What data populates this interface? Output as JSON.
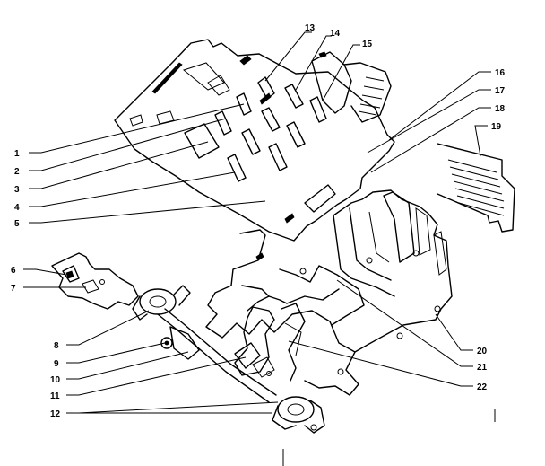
{
  "callouts": [
    {
      "id": "1",
      "label": "1"
    },
    {
      "id": "2",
      "label": "2"
    },
    {
      "id": "3",
      "label": "3"
    },
    {
      "id": "4",
      "label": "4"
    },
    {
      "id": "5",
      "label": "5"
    },
    {
      "id": "6",
      "label": "6"
    },
    {
      "id": "7",
      "label": "7"
    },
    {
      "id": "8",
      "label": "8"
    },
    {
      "id": "9",
      "label": "9"
    },
    {
      "id": "10",
      "label": "10"
    },
    {
      "id": "11",
      "label": "11"
    },
    {
      "id": "12",
      "label": "12"
    },
    {
      "id": "13",
      "label": "13"
    },
    {
      "id": "14",
      "label": "14"
    },
    {
      "id": "15",
      "label": "15"
    },
    {
      "id": "16",
      "label": "16"
    },
    {
      "id": "17",
      "label": "17"
    },
    {
      "id": "18",
      "label": "18"
    },
    {
      "id": "19",
      "label": "19"
    },
    {
      "id": "20",
      "label": "20"
    },
    {
      "id": "21",
      "label": "21"
    },
    {
      "id": "22",
      "label": "22"
    }
  ],
  "colors": {
    "ink": "#000000",
    "paper": "#ffffff"
  }
}
